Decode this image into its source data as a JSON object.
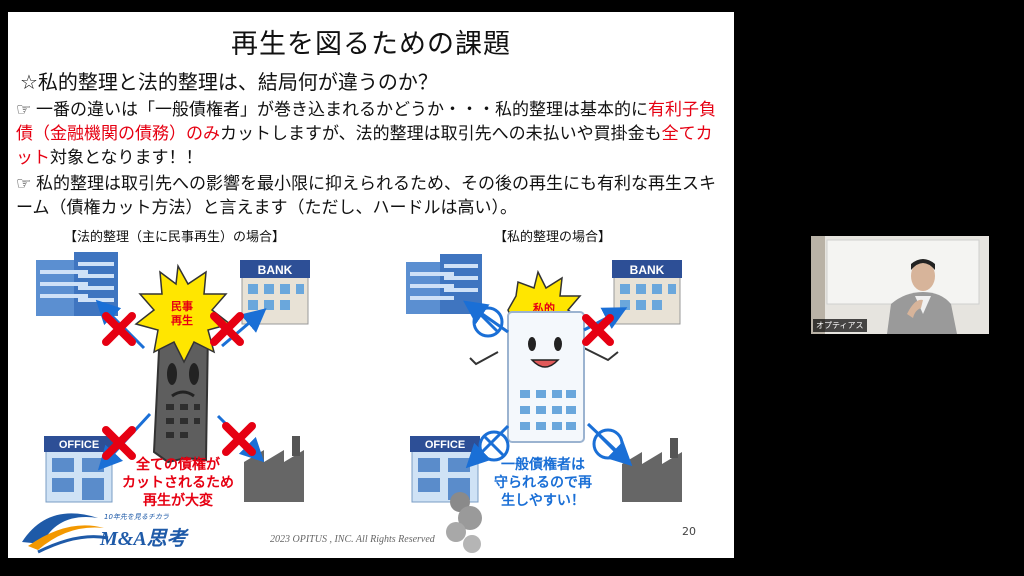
{
  "slide": {
    "title": "再生を図るための課題",
    "question": "☆私的整理と法的整理は、結局何が違うのか？",
    "bullet1": {
      "hand": "☞",
      "t1": "一番の違いは「一般債権者」が巻き込まれるかどうか・・・私的整理は基本的に",
      "t2": "有利子負債（金融機関の債務）のみ",
      "t3": "カットしますが、法的整理は取引先への未払いや買掛金も",
      "t4": "全てカット",
      "t5": "対象となります！！"
    },
    "bullet2": {
      "hand": "☞",
      "text": "私的整理は取引先への影響を最小限に抑えられるため、その後の再生にも有利な再生スキーム（債権カット方法）と言えます（ただし、ハードルは高い）。"
    },
    "left_caption": "【法的整理（主に民事再生）の場合】",
    "right_caption": "【私的整理の場合】",
    "left_burst": {
      "line1": "民事",
      "line2": "再生"
    },
    "right_burst": "私的",
    "bank_label": "BANK",
    "office_label": "OFFICE",
    "left_note": {
      "line1": "全ての債権が",
      "line2": "カットされるため",
      "line3": "再生が大変"
    },
    "right_note": {
      "line1": "一般債権者は",
      "line2": "守られるので再",
      "line3": "生しやすい！"
    },
    "logo": {
      "tagline": "10年先を見るチカラ",
      "name": "M&A思考"
    },
    "copyright": "2023 OPITUS , INC.  All Rights Reserved",
    "page_number": "20"
  },
  "video": {
    "participant_name": "オプティアス"
  },
  "colors": {
    "accent_red": "#e60012",
    "accent_blue": "#1a6fd6",
    "burst_yellow": "#ffe600"
  }
}
